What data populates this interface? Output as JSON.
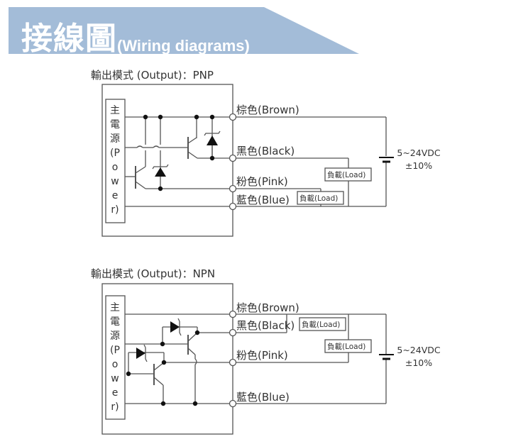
{
  "header": {
    "title_cjk": "接線圖",
    "title_en": "(Wiring diagrams)",
    "banner_color": "#a3bcd8"
  },
  "diagrams": [
    {
      "id": "pnp",
      "title": "輸出模式 (Output)：PNP",
      "power_label_chars": [
        "主",
        "電",
        "源",
        "(P",
        "o",
        "w",
        "e",
        "r)"
      ],
      "wires": [
        {
          "label": "棕色(Brown)"
        },
        {
          "label": "黑色(Black)"
        },
        {
          "label": "粉色(Pink)"
        },
        {
          "label": "藍色(Blue)"
        }
      ],
      "loads": [
        {
          "label": "負載(Load)",
          "wire": "Black"
        },
        {
          "label": "負載(Load)",
          "wire": "Pink"
        }
      ],
      "supply": {
        "voltage": "5~24VDC",
        "tolerance": "±10%"
      }
    },
    {
      "id": "npn",
      "title": "輸出模式 (Output)：NPN",
      "power_label_chars": [
        "主",
        "電",
        "源",
        "(P",
        "o",
        "w",
        "e",
        "r)"
      ],
      "wires": [
        {
          "label": "棕色(Brown)"
        },
        {
          "label": "黑色(Black)"
        },
        {
          "label": "粉色(Pink)"
        },
        {
          "label": "藍色(Blue)"
        }
      ],
      "loads": [
        {
          "label": "負載(Load)",
          "wire": "Black"
        },
        {
          "label": "負載(Load)",
          "wire": "Pink"
        }
      ],
      "supply": {
        "voltage": "5~24VDC",
        "tolerance": "±10%"
      }
    }
  ]
}
